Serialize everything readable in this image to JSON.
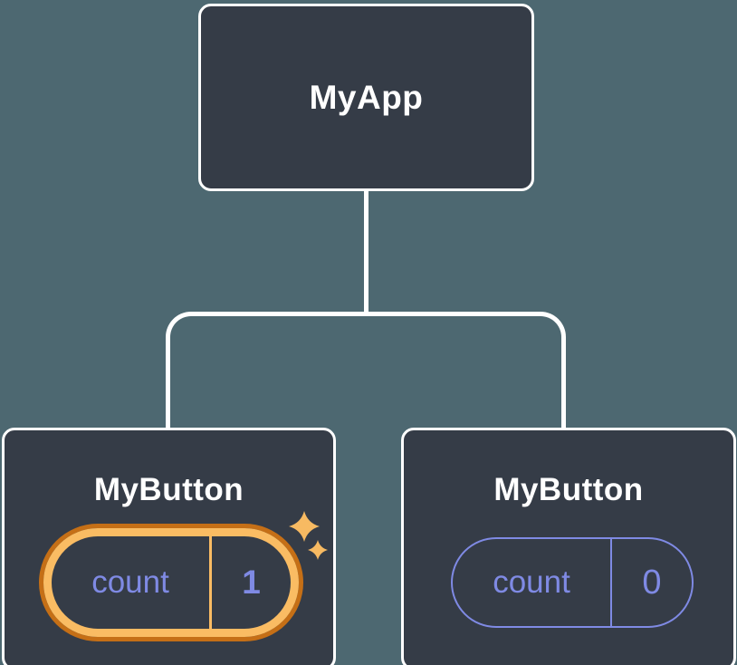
{
  "diagram": {
    "root": {
      "label": "MyApp"
    },
    "children": [
      {
        "label": "MyButton",
        "state": {
          "key": "count",
          "value": "1"
        },
        "highlighted": true
      },
      {
        "label": "MyButton",
        "state": {
          "key": "count",
          "value": "0"
        },
        "highlighted": false
      }
    ],
    "colors": {
      "background": "#4d6871",
      "node_fill": "#353c47",
      "node_border": "#ffffff",
      "connector": "#ffffff",
      "state_text": "#7f8ae4",
      "highlight_ring_inner": "#fabc63",
      "highlight_ring_outer": "#c56f16",
      "sparkle": "#f7ba62"
    }
  }
}
